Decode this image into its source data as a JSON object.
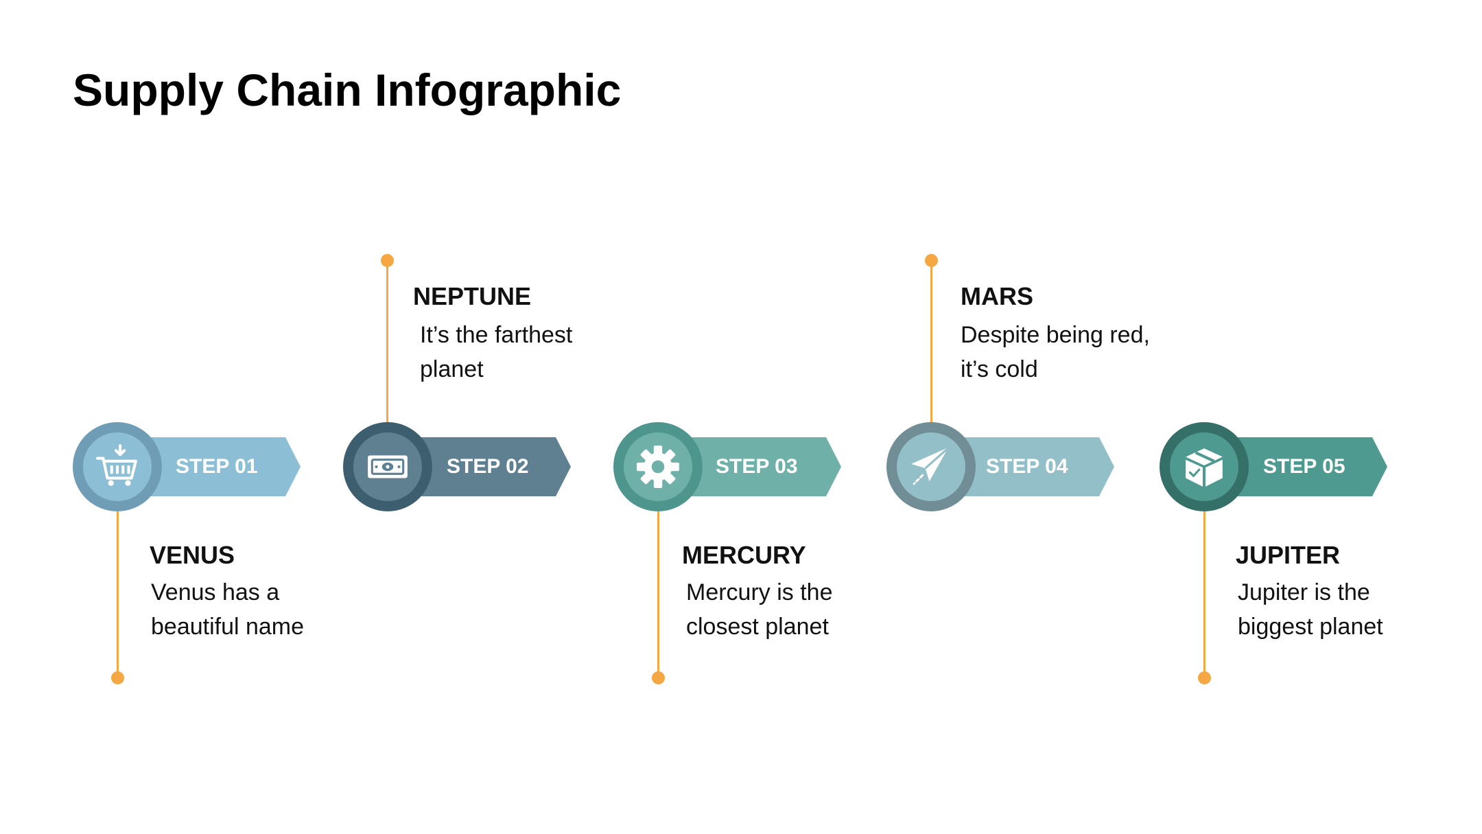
{
  "title": "Supply Chain Infographic",
  "accent_color": "#F4A742",
  "steps": [
    {
      "label": "STEP 01",
      "heading": "VENUS",
      "desc_line1": "Venus has a",
      "desc_line2": "beautiful name",
      "icon": "shopping-cart-icon",
      "position": "below",
      "arrow_color": "#8CBFD6",
      "circle_outer": "#6E9DB5",
      "circle_inner": "#8CBFD6"
    },
    {
      "label": "STEP 02",
      "heading": "NEPTUNE",
      "desc_line1": "It’s the farthest",
      "desc_line2": "planet",
      "icon": "money-bill-icon",
      "position": "above",
      "arrow_color": "#5F8090",
      "circle_outer": "#3D5E6E",
      "circle_inner": "#5F8090"
    },
    {
      "label": "STEP 03",
      "heading": "MERCURY",
      "desc_line1": "Mercury is the",
      "desc_line2": "closest planet",
      "icon": "gear-icon",
      "position": "below",
      "arrow_color": "#6FB0A8",
      "circle_outer": "#4E958E",
      "circle_inner": "#6FB0A8"
    },
    {
      "label": "STEP 04",
      "heading": "MARS",
      "desc_line1": "Despite being red,",
      "desc_line2": "it’s cold",
      "icon": "paper-plane-icon",
      "position": "above",
      "arrow_color": "#93BFC9",
      "circle_outer": "#718E97",
      "circle_inner": "#93BFC9"
    },
    {
      "label": "STEP 05",
      "heading": "JUPITER",
      "desc_line1": "Jupiter is the",
      "desc_line2": "biggest planet",
      "icon": "package-box-icon",
      "position": "below",
      "arrow_color": "#4E9A91",
      "circle_outer": "#357068",
      "circle_inner": "#4E9A91"
    }
  ]
}
